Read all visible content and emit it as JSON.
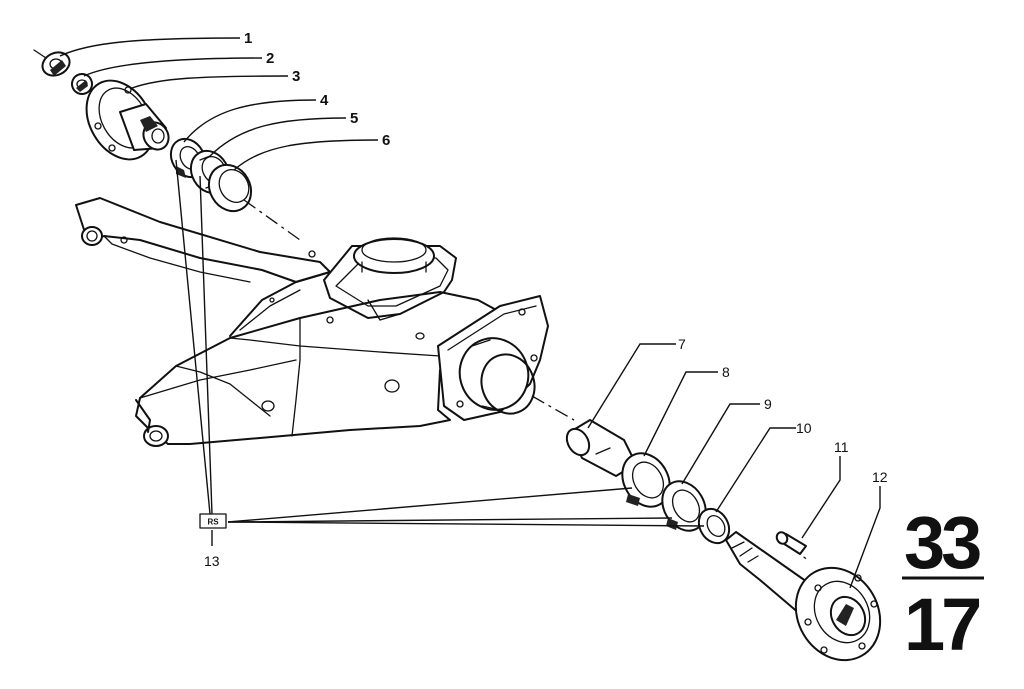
{
  "diagram": {
    "callouts": [
      {
        "id": "1",
        "label": "1"
      },
      {
        "id": "2",
        "label": "2"
      },
      {
        "id": "3",
        "label": "3"
      },
      {
        "id": "4",
        "label": "4"
      },
      {
        "id": "5",
        "label": "5"
      },
      {
        "id": "6",
        "label": "6"
      },
      {
        "id": "7",
        "label": "7"
      },
      {
        "id": "8",
        "label": "8"
      },
      {
        "id": "9",
        "label": "9"
      },
      {
        "id": "10",
        "label": "10"
      },
      {
        "id": "11",
        "label": "11"
      },
      {
        "id": "12",
        "label": "12"
      },
      {
        "id": "13",
        "label": "13"
      }
    ],
    "kit_box_label": "RS",
    "page_ref": {
      "top": "33",
      "bottom": "17"
    }
  }
}
